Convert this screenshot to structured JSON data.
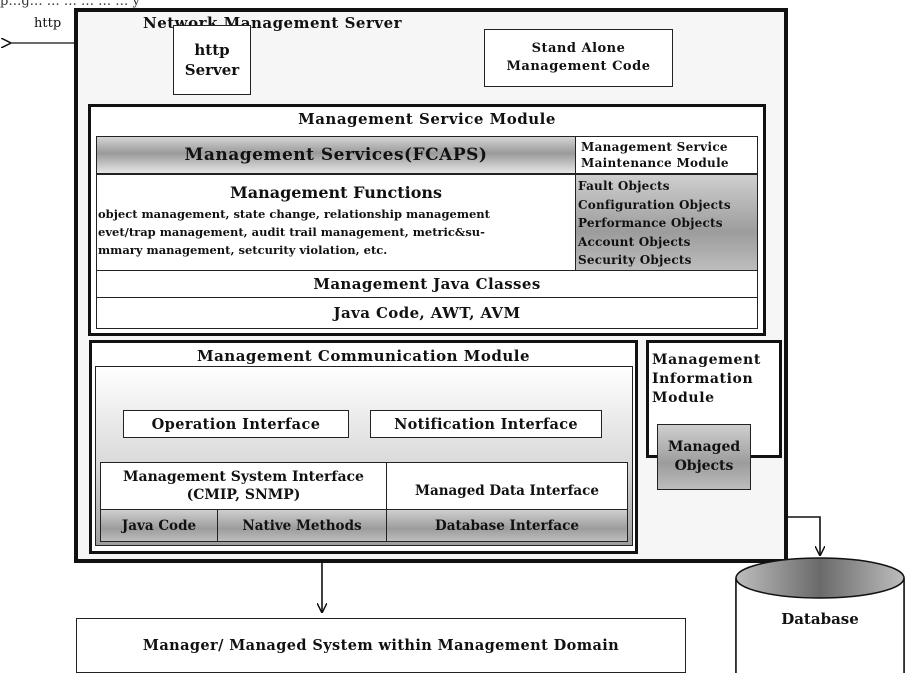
{
  "top_caption": "p…g… … … … … … y",
  "nms": {
    "title": "Network Management Server",
    "http_server_line1": "http",
    "http_server_line2": "Server",
    "http_label": "http",
    "standalone_line1": "Stand Alone",
    "standalone_line2": "Management Code"
  },
  "msm": {
    "title": "Management Service Module",
    "fcaps": "Management Services(FCAPS)",
    "maintenance_line1": "Management Service",
    "maintenance_line2": "Maintenance Module",
    "functions_title": "Management Functions",
    "functions_line1": "object management, state change, relationship management",
    "functions_line2": "evet/trap management, audit trail management, metric&su-",
    "functions_line3": "mmary management, setcurity violation, etc.",
    "objects": [
      "Fault Objects",
      "Configuration Objects",
      "Performance Objects",
      "Account Objects",
      "Security Objects"
    ],
    "java_classes": "Management Java Classes",
    "java_code": "Java Code, AWT, AVM"
  },
  "mcm": {
    "title": "Management Communication Module",
    "operation_interface": "Operation Interface",
    "notification_interface": "Notification Interface",
    "msi_line1": "Management System Interface",
    "msi_line2": "(CMIP, SNMP)",
    "managed_data_interface": "Managed Data Interface",
    "java_code": "Java Code",
    "native_methods": "Native Methods",
    "database_interface": "Database Interface"
  },
  "mim": {
    "title_line1": "Management",
    "title_line2": "Information",
    "title_line3": "Module",
    "managed_line1": "Managed",
    "managed_line2": "Objects"
  },
  "database": "Database",
  "domain_box": "Manager/ Managed System within Management Domain"
}
